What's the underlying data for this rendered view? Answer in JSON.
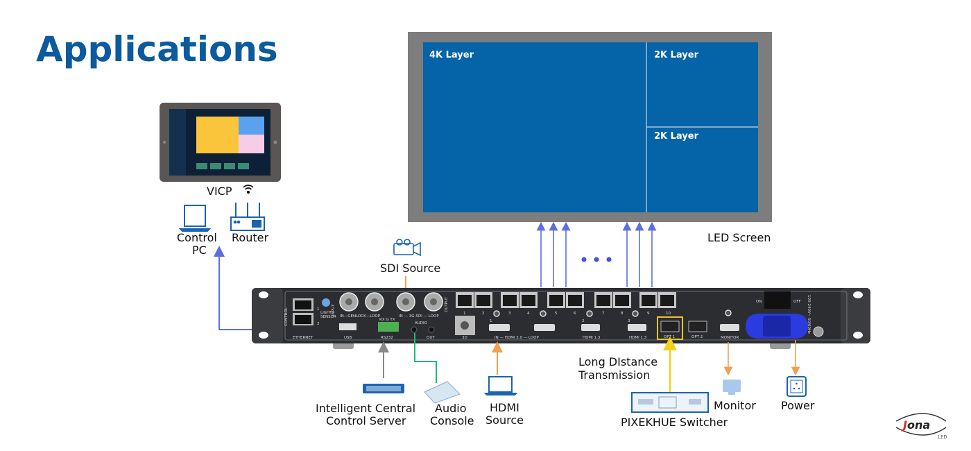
{
  "title": "Applications",
  "led_screen": {
    "label": "LED Screen",
    "layers": [
      "4K Layer",
      "2K Layer",
      "2K Layer"
    ],
    "screen_color": "#0563a8",
    "frame_color": "#7d7d7d"
  },
  "nodes": {
    "vicp": "VICP",
    "control_pc": [
      "Control",
      "PC"
    ],
    "router": "Router",
    "sdi_source": "SDI Source",
    "central_server": [
      "Intelligent Central",
      "Control Server"
    ],
    "audio_console": [
      "Audio",
      "Console"
    ],
    "hdmi_source": [
      "HDMI",
      "Source"
    ],
    "long_distance": [
      "Long DIstance",
      "Transmission"
    ],
    "switcher": "PIXEKHUE Switcher",
    "monitor": "Monitor",
    "power": "Power"
  },
  "device_panel": {
    "control": "CONTROL",
    "light_sensor": [
      "LIGHT",
      "SENSOR"
    ],
    "input": "INPUT",
    "genlock": "IN—GENLOCK—LOOP",
    "sdi": "IN — 3G-SDI — LOOP",
    "output": "OUTPUT",
    "output_ports": [
      "1",
      "2",
      "3",
      "4",
      "5",
      "6",
      "7",
      "8",
      "9",
      "10"
    ],
    "ethernet": "ETHERNET",
    "eth_ports": [
      "1",
      "2"
    ],
    "usb": "USB",
    "rs232_pins": "RX G TX",
    "rs232": "RS232",
    "audio": "AUDIO",
    "audio_out": "OUT",
    "three_d": "3D",
    "hdmi20": "IN — HDMI 2.0 — LOOP",
    "hdmi_in_num": "1",
    "hdmi13_a": "HDMI 1.3",
    "hdmi13_a_num": "2",
    "hdmi13_b": "HDMI 1.3",
    "hdmi13_b_num": "3",
    "opt1": "OPT 1",
    "opt2": "OPT 2",
    "monitor": "MONITOR",
    "on": "ON",
    "off": "OFF",
    "voltage": "100-240V~ 50/60Hz"
  },
  "colors": {
    "title": "#0b5a9e",
    "network_line": "#5b6fe0",
    "sdi_hdmi_line": "#f0a050",
    "audio_line": "#1fba7a",
    "control_line": "#888888",
    "fiber_line": "#f2d01c",
    "power_connector": "#2b3be0"
  },
  "logo": {
    "text": "Jona",
    "sub": "LED"
  }
}
